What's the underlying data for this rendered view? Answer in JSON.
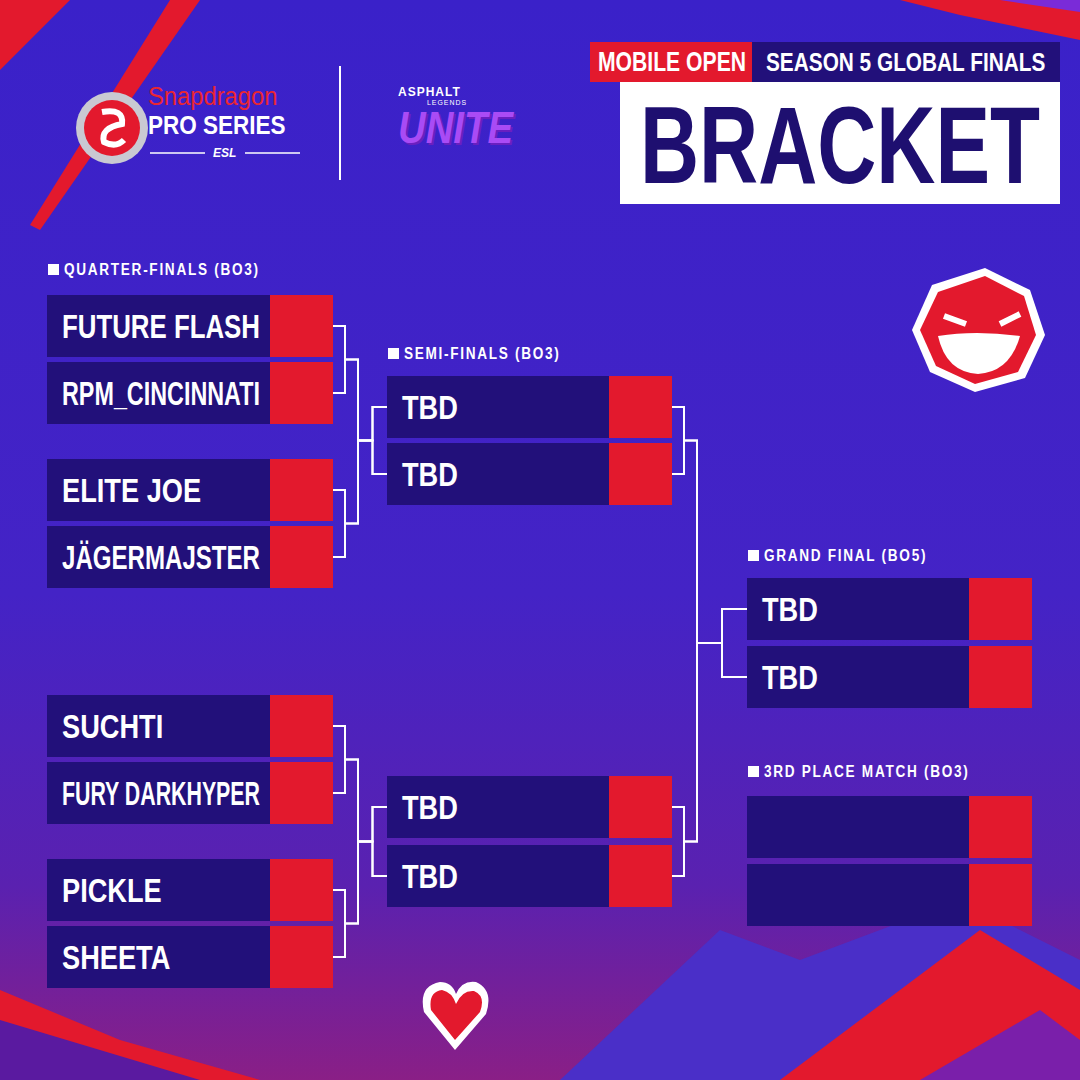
{
  "diagram": {
    "title": "BRACKET",
    "nodes": [
      {
        "text": [
          "FUTURE FLASH"
        ]
      },
      {
        "text": [
          "RPM_CINCINNATI"
        ]
      },
      {
        "text": [
          "ELITE JOE"
        ]
      },
      {
        "text": [
          "JÄGERMAJSTER"
        ]
      },
      {
        "text": [
          "SUCHTI"
        ]
      },
      {
        "text": [
          "FURY DARKHYPER"
        ]
      },
      {
        "text": [
          "PICKLE"
        ]
      },
      {
        "text": [
          "SHEETA"
        ]
      },
      {
        "text": [
          "TBD"
        ]
      },
      {
        "text": [
          "TBD"
        ]
      },
      {
        "text": [
          "TBD"
        ]
      },
      {
        "text": [
          "TBD"
        ]
      },
      {
        "text": [
          "TBD"
        ]
      },
      {
        "text": [
          "TBD"
        ]
      }
    ],
    "edges": [
      {
        "from": 0,
        "to": 8,
        "arrow": "none"
      },
      {
        "from": 1,
        "to": 8,
        "arrow": "none"
      },
      {
        "from": 2,
        "to": 9,
        "arrow": "none"
      },
      {
        "from": 3,
        "to": 9,
        "arrow": "none"
      },
      {
        "from": 4,
        "to": 10,
        "arrow": "none"
      },
      {
        "from": 5,
        "to": 10,
        "arrow": "none"
      },
      {
        "from": 6,
        "to": 11,
        "arrow": "none"
      },
      {
        "from": 7,
        "to": 11,
        "arrow": "none"
      },
      {
        "from": 8,
        "to": 12,
        "arrow": "none"
      },
      {
        "from": 9,
        "to": 12,
        "arrow": "none"
      },
      {
        "from": 10,
        "to": 13,
        "arrow": "none"
      },
      {
        "from": 11,
        "to": 13,
        "arrow": "none"
      }
    ],
    "labels": [
      "Snapdragon",
      "PRO SERIES",
      "ESL",
      "ASPHALT",
      "LEGENDS",
      "UNITE",
      "MOBILE OPEN",
      "SEASON 5 GLOBAL FINALS",
      "QUARTER-FINALS (BO3)",
      "SEMI-FINALS (BO3)",
      "GRAND FINAL (BO5)",
      "3RD PLACE MATCH (BO3)"
    ]
  }
}
